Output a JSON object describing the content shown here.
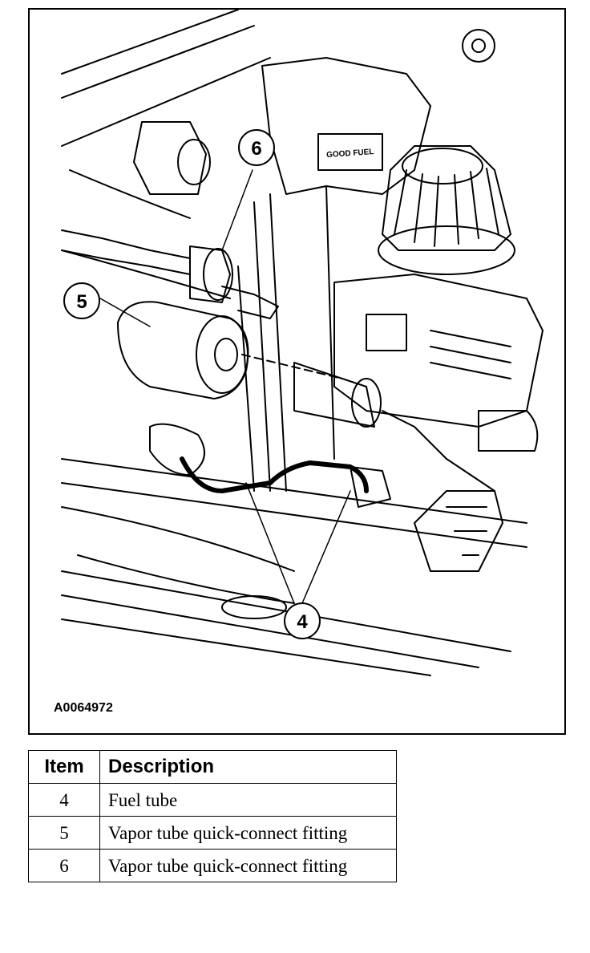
{
  "figure": {
    "code": "A0064972",
    "callouts": [
      "6",
      "5",
      "4"
    ],
    "label_text": "GOOD FUEL"
  },
  "table": {
    "headers": {
      "item": "Item",
      "description": "Description"
    },
    "rows": [
      {
        "item": "4",
        "description": "Fuel tube"
      },
      {
        "item": "5",
        "description": "Vapor tube quick-connect fitting"
      },
      {
        "item": "6",
        "description": "Vapor tube quick-connect fitting"
      }
    ]
  }
}
